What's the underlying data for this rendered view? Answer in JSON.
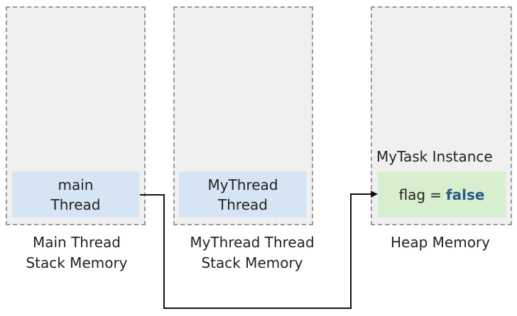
{
  "main_thread": {
    "box_lines": [
      "main",
      "Thread"
    ],
    "caption_lines": [
      "Main Thread",
      "Stack Memory"
    ]
  },
  "my_thread": {
    "box_lines": [
      "MyThread",
      "Thread"
    ],
    "caption_lines": [
      "MyThread Thread",
      "Stack Memory"
    ]
  },
  "heap": {
    "instance_label": "MyTask Instance",
    "field_name": "flag",
    "field_operator": "=",
    "field_value": "false",
    "caption_lines": [
      "Heap Memory"
    ]
  },
  "colors": {
    "thread_box": "#d6e5f3",
    "instance_box": "#d7efcf",
    "value_text": "#2a5a8a",
    "panel_bg": "#f0f0f0",
    "panel_border": "#9a9a9a"
  }
}
